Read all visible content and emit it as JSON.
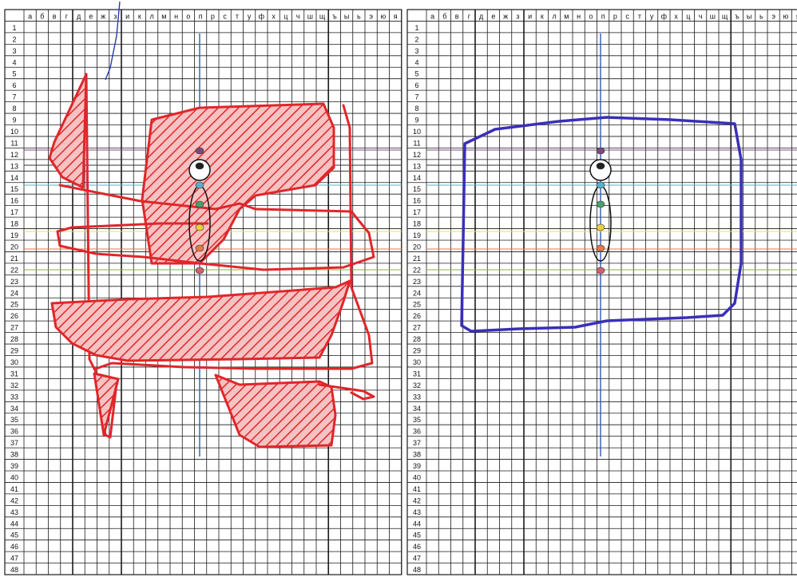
{
  "columns": [
    "а",
    "б",
    "в",
    "г",
    "д",
    "е",
    "ж",
    "з",
    "и",
    "к",
    "л",
    "м",
    "н",
    "о",
    "п",
    "р",
    "с",
    "т",
    "у",
    "ф",
    "х",
    "ц",
    "ч",
    "ш",
    "щ",
    "ъ",
    "ы",
    "ь",
    "э",
    "ю",
    "я"
  ],
  "rows": [
    "1",
    "2",
    "3",
    "4",
    "5",
    "6",
    "7",
    "8",
    "9",
    "10",
    "11",
    "12",
    "13",
    "14",
    "15",
    "16",
    "17",
    "18",
    "19",
    "20",
    "21",
    "22",
    "23",
    "24",
    "25",
    "26",
    "27",
    "28",
    "29",
    "30",
    "31",
    "32",
    "33",
    "34",
    "35",
    "36",
    "37",
    "38",
    "39",
    "40",
    "41",
    "42",
    "43",
    "44",
    "45",
    "46",
    "47",
    "48"
  ],
  "colors": {
    "grid": "#1a1a1a",
    "red_drawing": "#e0262a",
    "red_fill": "#f06a6a",
    "blue_drawing": "#3a2fb8",
    "axis": "#2a5ab8"
  }
}
